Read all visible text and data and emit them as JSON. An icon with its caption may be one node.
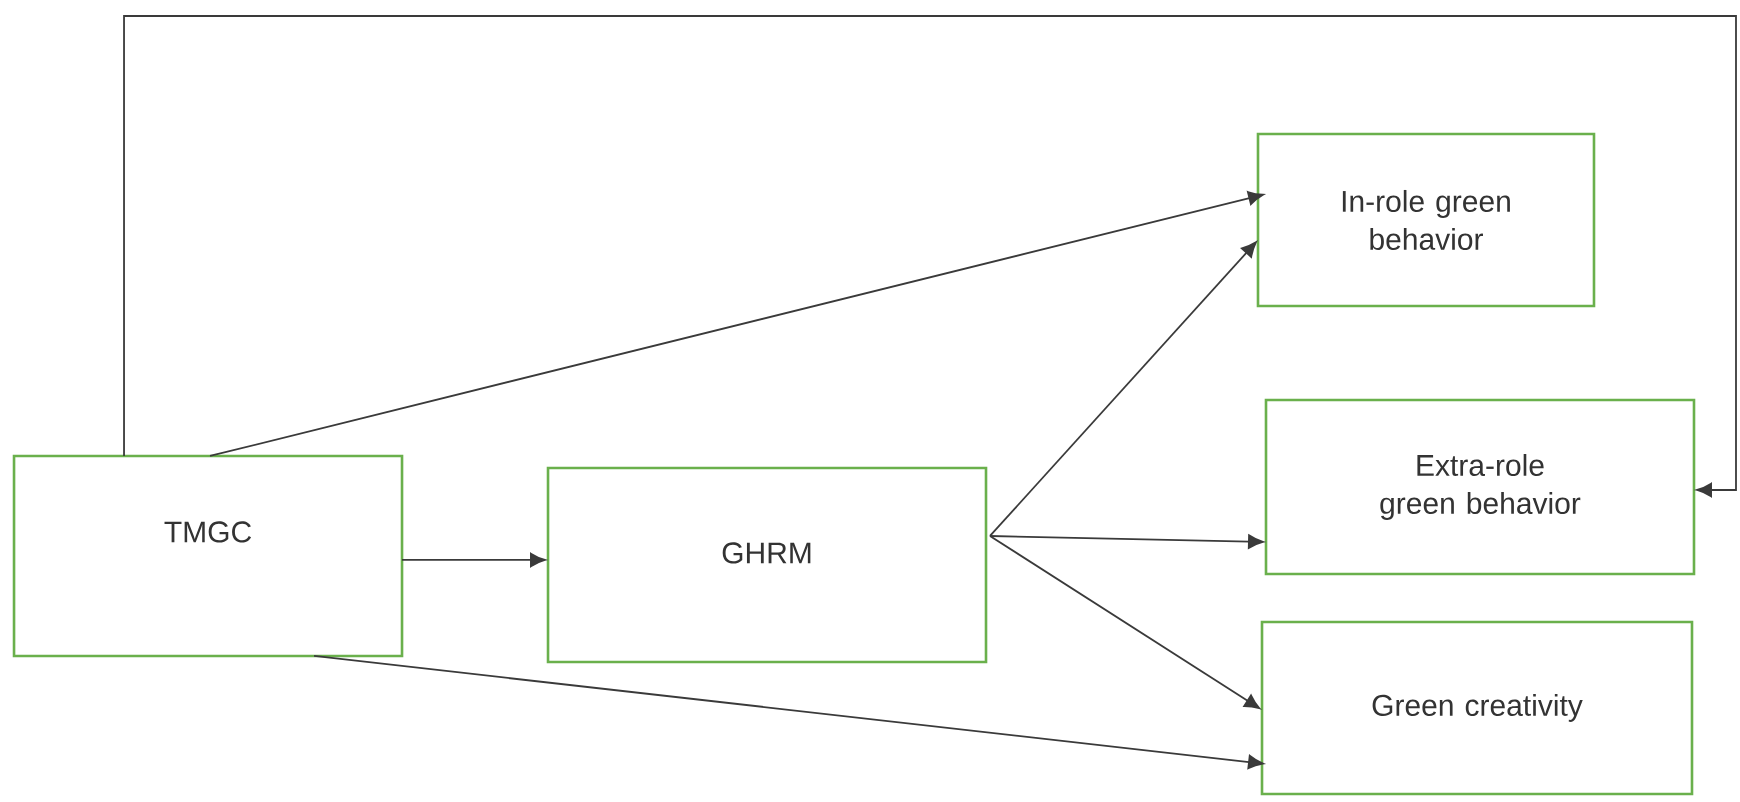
{
  "diagram": {
    "nodes": [
      {
        "text": [
          "TMGC"
        ]
      },
      {
        "text": [
          "GHRM"
        ]
      },
      {
        "text": [
          "In-role green behavior"
        ]
      },
      {
        "text": [
          "Extra-role green behavior"
        ]
      },
      {
        "text": [
          "Green creativity"
        ]
      }
    ],
    "edges": [
      {
        "from": 0,
        "to": 2,
        "arrow": "to"
      },
      {
        "from": 0,
        "to": 1,
        "arrow": "to"
      },
      {
        "from": 0,
        "to": 4,
        "arrow": "to"
      },
      {
        "from": 1,
        "to": 2,
        "arrow": "to"
      },
      {
        "from": 1,
        "to": 3,
        "arrow": "to"
      },
      {
        "from": 1,
        "to": 4,
        "arrow": "to"
      },
      {
        "from": 0,
        "to": 3,
        "arrow": "to"
      }
    ]
  }
}
